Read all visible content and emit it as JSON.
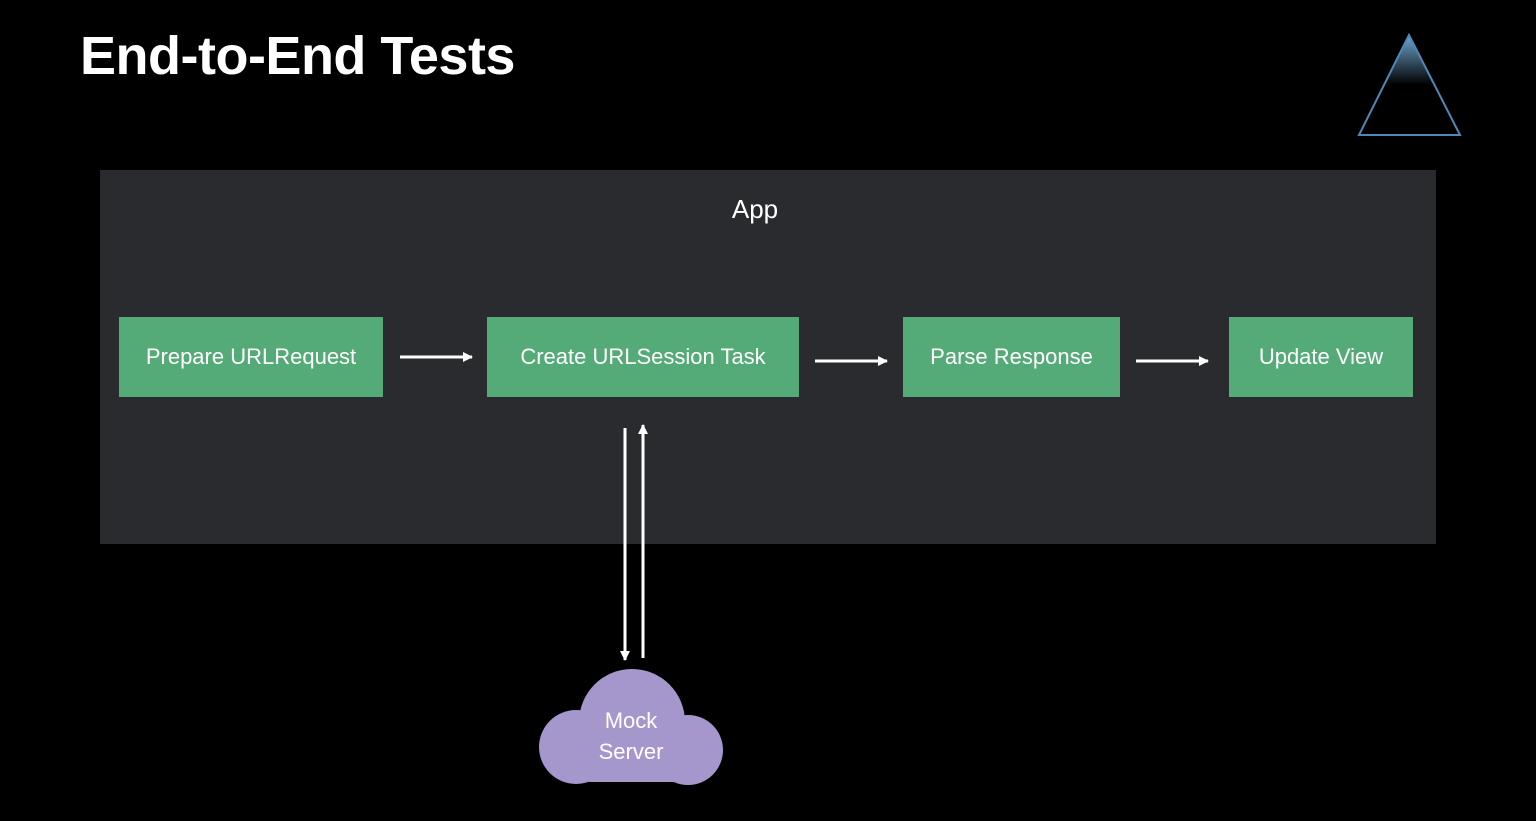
{
  "title": "End-to-End Tests",
  "logo_icon": "pyramid-icon",
  "app": {
    "label": "App"
  },
  "steps": [
    {
      "label": "Prepare URLRequest"
    },
    {
      "label": "Create URLSession Task"
    },
    {
      "label": "Parse Response"
    },
    {
      "label": "Update View"
    }
  ],
  "server": {
    "line1": "Mock",
    "line2": "Server",
    "icon": "cloud-icon"
  },
  "colors": {
    "background": "#000000",
    "app_container": "#2a2b2f",
    "step_box": "#55ab78",
    "cloud": "#a596cb",
    "pyramid_stroke": "#4f88b6",
    "arrow": "#ffffff"
  }
}
